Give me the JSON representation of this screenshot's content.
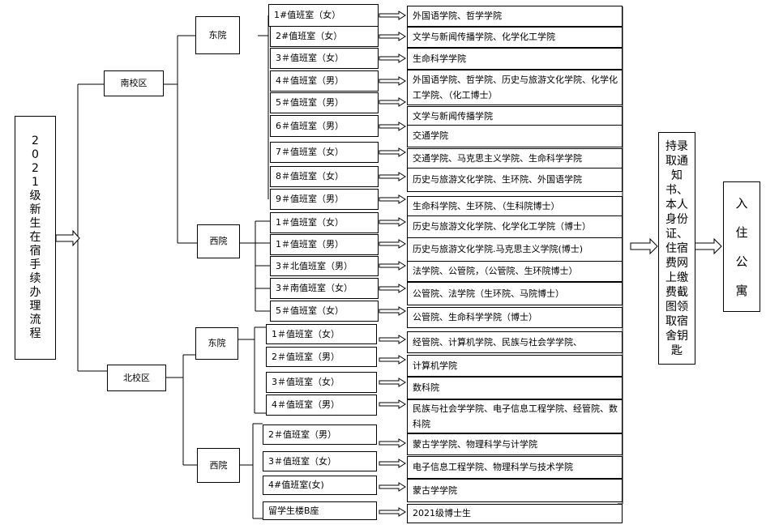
{
  "title": "2021级新生在宿手续办理流程",
  "campuses": [
    {
      "name": "南校区",
      "courtyards": [
        {
          "name": "东院",
          "rooms": [
            {
              "room": "1#值班室（女）",
              "depts": "外国语学院、哲学学院"
            },
            {
              "room": "2#值班室（女）",
              "depts": "文学与新闻传播学院、化学化工学院"
            },
            {
              "room": "3＃值班室（女）",
              "depts": "生命科学学院"
            },
            {
              "room": "4＃值班室（男）",
              "depts": "外国语学院、哲学院、历史与旅游文化学院、化学化工学院、（化工博士）"
            },
            {
              "room": "5＃值班室（男）",
              "depts": "文学与新闻传播学院"
            },
            {
              "room": "6＃值班室（男）",
              "depts": "交通学院"
            },
            {
              "room": "7＃值班室（女）",
              "depts": "交通学院、马克思主义学院、生命科学学院"
            },
            {
              "room": "8＃值班室（女）",
              "depts": "历史与旅游文化学院、生环院、外国语学院"
            },
            {
              "room": "9＃值班室（男）",
              "depts": "生命科学院、生环院、（生科院博士）"
            }
          ]
        },
        {
          "name": "西院",
          "rooms": [
            {
              "room": "1＃值班室（女）",
              "depts": "历史与旅游文化学院、化学化工学院（博士）"
            },
            {
              "room": "1＃值班室（男）",
              "depts": "历史与旅游文化学院.马克思主义学院(博士)"
            },
            {
              "room": "3＃北值班室（男）",
              "depts": "法学院、公管院，（公管院、生环院博士）"
            },
            {
              "room": "3＃南值班室（女）",
              "depts": "公管院、法学院（生环院、马院博士）"
            },
            {
              "room": "5＃值班室（女）",
              "depts": "公管院、生命科学学院（博士）"
            }
          ]
        }
      ]
    },
    {
      "name": "北校区",
      "courtyards": [
        {
          "name": "东院",
          "rooms": [
            {
              "room": "1＃值班室（女）",
              "depts": "经管院、计算机学院、民族与社会学学院、"
            },
            {
              "room": "2＃值班室（男）",
              "depts": "计算机学院"
            },
            {
              "room": "3＃值班室（女）",
              "depts": "数科院"
            },
            {
              "room": "4＃值班室（男）",
              "depts": "民族与社会学学院、电子信息工程学院、经管院、数科院"
            }
          ]
        },
        {
          "name": "西院",
          "rooms": [
            {
              "room": "2＃值班室（男）",
              "depts": "蒙古学学院、物理科学与计学院"
            },
            {
              "room": "3＃值班室（女）",
              "depts": "电子信息工程学院、物理科学与技术学院"
            },
            {
              "room": "4#值班室(女)",
              "depts": "蒙古学学院"
            },
            {
              "room": "留学生楼B座",
              "depts": "2021级博士生"
            }
          ]
        }
      ]
    }
  ],
  "procedure": "持录取通知书、本人身份证、住宿费网上缴费截图领取宿舍钥匙",
  "final_step": "入住公寓"
}
